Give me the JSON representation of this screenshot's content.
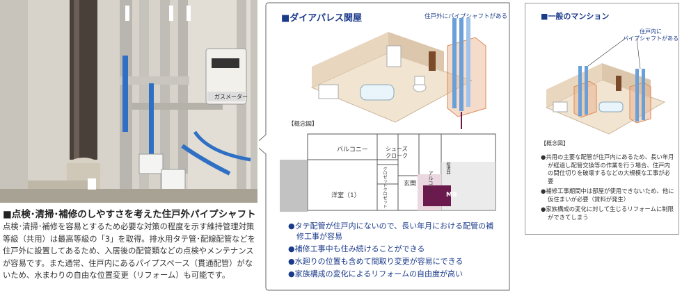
{
  "photo": {
    "gas_meter_label": "ガスメーター"
  },
  "caption": {
    "title": "■点検･清掃･補修のしやすさを考えた住戸外パイプシャフト",
    "body": "点検･清掃･補修を容易とするため必要な対策の程度を示す維持管理対策等級（共用）は最高等級の「3」を取得。排水用タテ管･配線配管などを住戸外に設置してあるため、入居後の配管類などの点検やメンテナンスが容易です。また通常、住戸内にあるパイプスペース（貫通配管）がないため、水まわりの自由な位置変更（リフォーム）も可能です。"
  },
  "middle": {
    "title": "■ダイアパレス関屋",
    "pipe_note": "住戸外にパイプシャフトがある",
    "concept_label": "【概念図】",
    "rooms": {
      "balcony": "バルコニー",
      "shoes": "シューズ\nクローク",
      "closet1": "クロゼット",
      "closet2": "クロゼット",
      "genkan": "玄関",
      "western": "洋室（1）",
      "alcove": "アルコーブ",
      "meter": "給湯器",
      "mb": "MB"
    },
    "bullets": [
      "タテ配管が住戸内にないので、長い年月における配管の補修工事が容易",
      "補修工事中も住み続けることができる",
      "水廻りの位置も含めて間取り変更が容易にできる",
      "家族構成の変化によるリフォームの自由度が高い"
    ]
  },
  "right": {
    "title": "■一般のマンション",
    "pipe_note": "住戸内に\nパイプシャフトがある",
    "concept_label": "【概念図】",
    "bullets": [
      "共用の主要な配管が住戸内にあるため、長い年月が経過し配管交換等の作業を行う場合、住戸内の間仕切りを破壊するなどの大規模な工事が必要",
      "補修工事期間中は部屋が使用できないため、他に仮住まいが必要（賃料が発生）",
      "家族構成の変化に対して生じるリフォームに制限ができてしまう"
    ]
  },
  "colors": {
    "accent_blue": "#1a3a8a",
    "mb_purple": "#6b1a4e",
    "pipe_blue": "#6a9fd8",
    "shaft_orange": "#d98a5a"
  }
}
